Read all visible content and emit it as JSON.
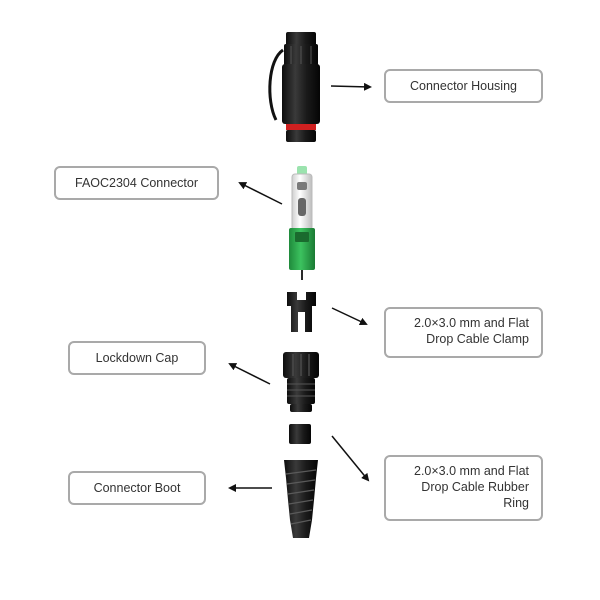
{
  "labels": {
    "connector_housing": "Connector Housing",
    "faoc_connector": "FAOC2304 Connector",
    "cable_clamp": [
      "2.0×3.0 mm and  Flat",
      "Drop  Cable Clamp"
    ],
    "lockdown_cap": "Lockdown Cap",
    "rubber_ring": [
      "2.0×3.0 mm and  Flat",
      "Drop  Cable Rubber",
      "Ring"
    ],
    "connector_boot": "Connector Boot"
  },
  "colors": {
    "box_border": "#a9a9a9",
    "text": "#333333",
    "part_black": "#1a1a1a",
    "sc_green": "#2aa14a",
    "seal_red": "#d02020"
  }
}
